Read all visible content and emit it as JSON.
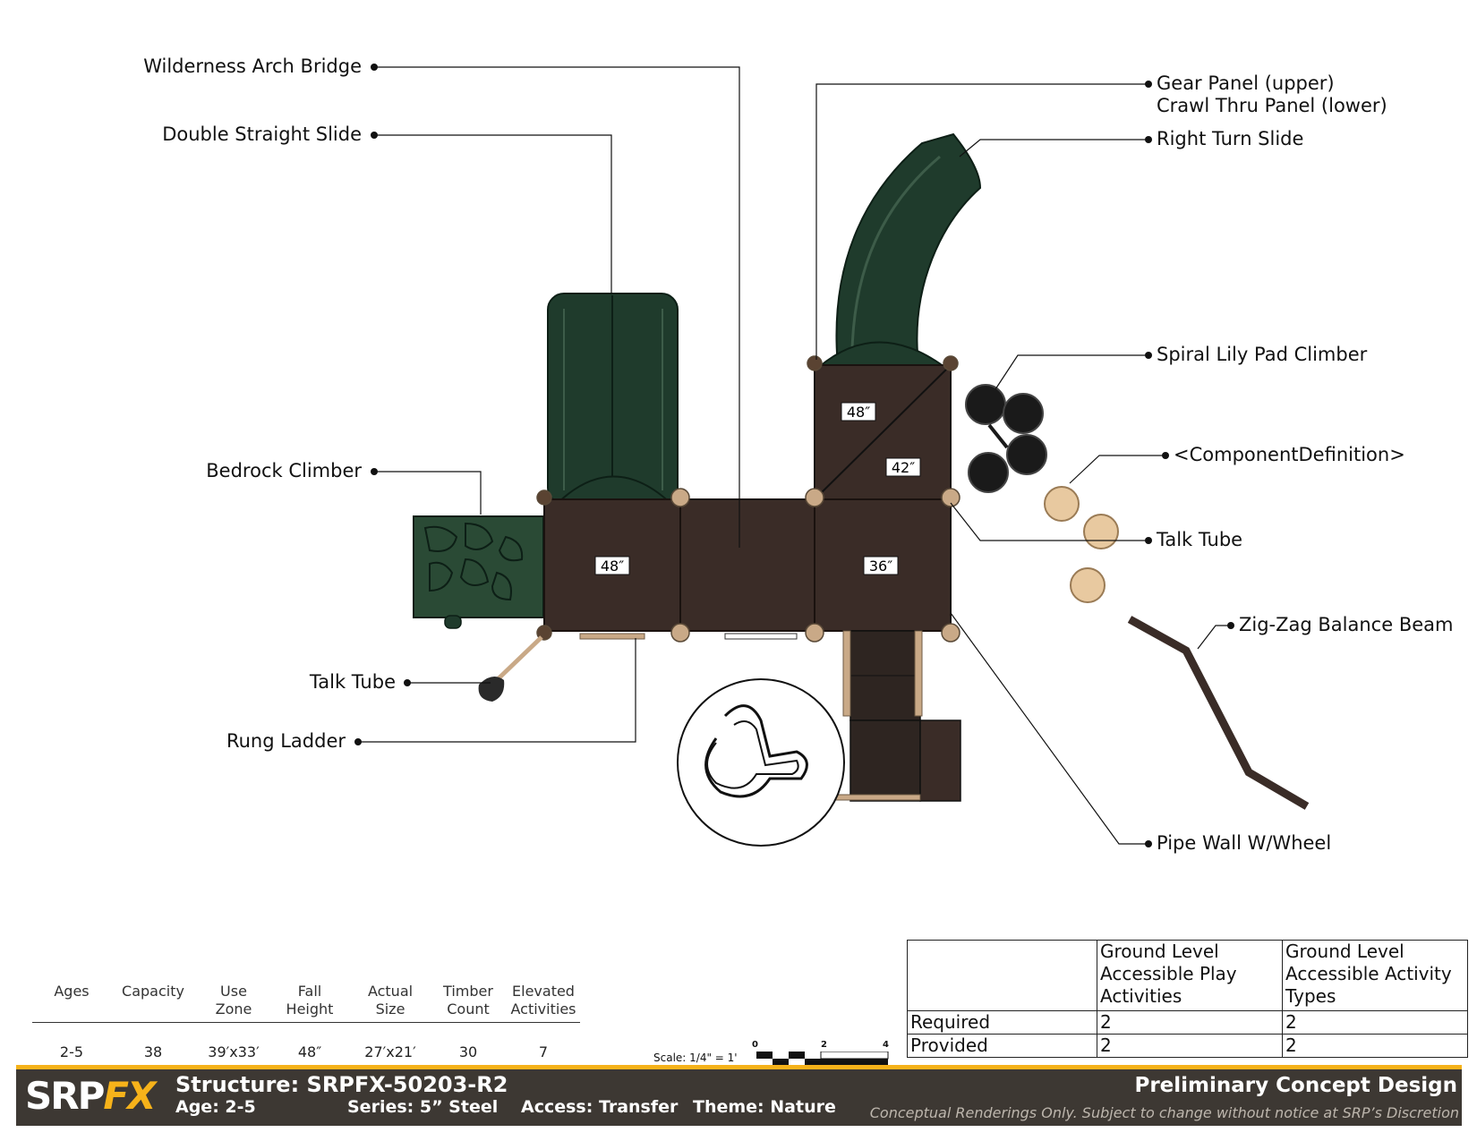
{
  "callouts": {
    "wilderness_arch_bridge": "Wilderness Arch Bridge",
    "double_straight_slide": "Double Straight Slide",
    "bedrock_climber": "Bedrock Climber",
    "talk_tube_left": "Talk Tube",
    "rung_ladder": "Rung Ladder",
    "gear_panel": "Gear Panel (upper)",
    "crawl_thru_panel": "Crawl Thru Panel (lower)",
    "right_turn_slide": "Right Turn Slide",
    "spiral_lily_pad_climber": "Spiral Lily Pad Climber",
    "component_definition": "<ComponentDefinition>",
    "talk_tube_right": "Talk Tube",
    "zig_zag_balance_beam": "Zig-Zag Balance Beam",
    "pipe_wall_wheel": "Pipe Wall W/Wheel"
  },
  "deck_heights": {
    "left": "48″",
    "upper_right": "48″",
    "diagonal": "42″",
    "lower_right": "36″"
  },
  "specs": {
    "columns": [
      {
        "label_line1": "",
        "label_line2": "Ages",
        "value": "2-5"
      },
      {
        "label_line1": "",
        "label_line2": "Capacity",
        "value": "38"
      },
      {
        "label_line1": "Use",
        "label_line2": "Zone",
        "value": "39′x33′"
      },
      {
        "label_line1": "Fall",
        "label_line2": "Height",
        "value": "48″"
      },
      {
        "label_line1": "Actual",
        "label_line2": "Size",
        "value": "27′x21′"
      },
      {
        "label_line1": "Timber",
        "label_line2": "Count",
        "value": "30"
      },
      {
        "label_line1": "Elevated",
        "label_line2": "Activities",
        "value": "7"
      }
    ]
  },
  "scale": {
    "label": "Scale: 1/4\" = 1'",
    "tick_0": "0",
    "tick_2": "2",
    "tick_4": "4"
  },
  "accessibility": {
    "header_col1_l1": "Ground Level",
    "header_col1_l2": "Accessible Play",
    "header_col1_l3": "Activities",
    "header_col2_l1": "Ground Level",
    "header_col2_l2": "Accessible Activity",
    "header_col2_l3": "Types",
    "rows": [
      {
        "label": "Required",
        "play": "2",
        "types": "2"
      },
      {
        "label": "Provided",
        "play": "2",
        "types": "2"
      }
    ]
  },
  "footer": {
    "logo_left": "SRP",
    "logo_right": "FX",
    "structure": "Structure: SRPFX-50203-R2",
    "age": "Age: 2-5",
    "series": "Series: 5” Steel",
    "access": "Access: Transfer",
    "theme": "Theme: Nature",
    "status": "Preliminary Concept Design",
    "disclaimer": "Conceptual Renderings Only. Subject to change without notice at SRP’s Discretion"
  },
  "colors": {
    "deck": "#3a2c27",
    "slide_green": "#1f3b2c",
    "post": "#c9a987",
    "accent_yellow": "#f6b21a",
    "footer_bg": "#3d3833",
    "stump": "#e8c9a0"
  }
}
